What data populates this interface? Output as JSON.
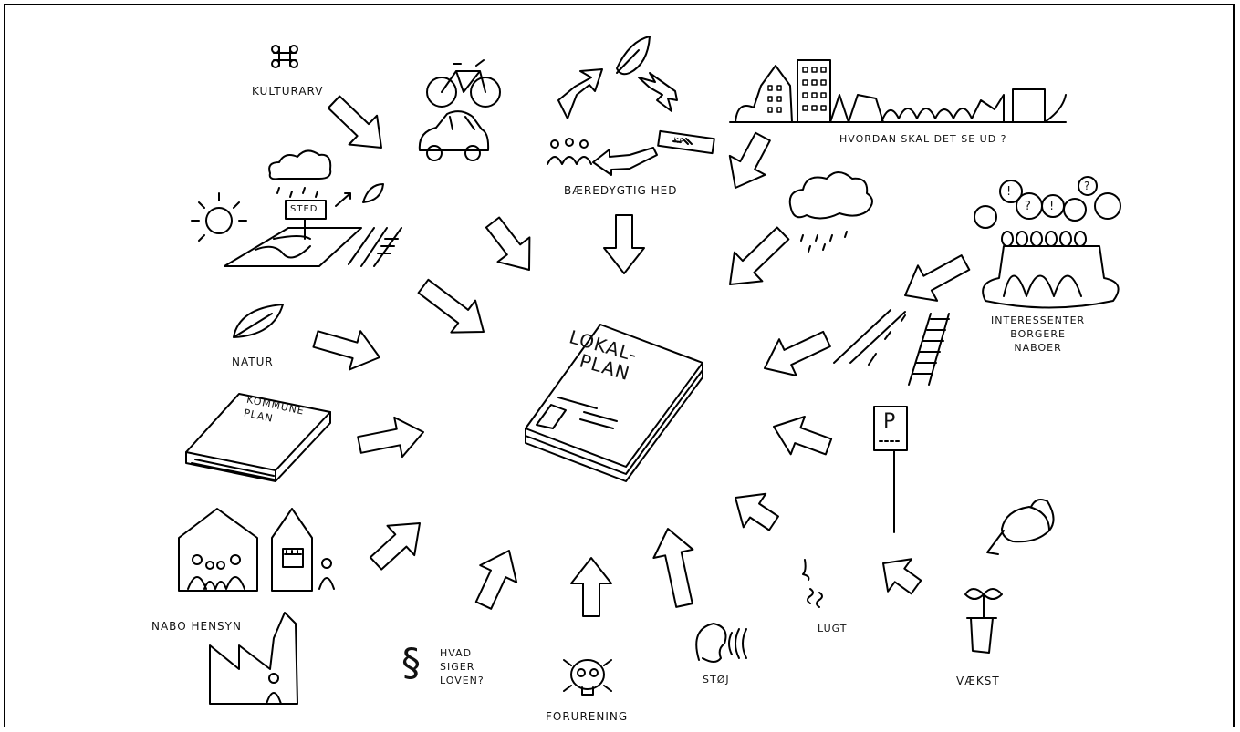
{
  "center": {
    "title_line1": "LOKAL-",
    "title_line2": "PLAN"
  },
  "labels": {
    "kulturarv": "KULTURARV",
    "sted": "STED",
    "baeredygtighed": "BÆREDYGTIG HED",
    "hvordan": "HVORDAN SKAL DET SE UD ?",
    "natur": "NATUR",
    "kommuneplan_line1": "KOMMUNE",
    "kommuneplan_line2": "PLAN",
    "interessenter": [
      "INTERESSENTER",
      "BORGERE",
      "NABOER"
    ],
    "nabo_hensyn": "NABO HENSYN",
    "hvad_siger": [
      "HVAD",
      "SIGER",
      "LOVEN?"
    ],
    "paragraph": "§",
    "forurening": "FORURENING",
    "stoj": "STØJ",
    "lugt": "LUGT",
    "vaekst": "VÆKST",
    "parking": "P",
    "money": "KR",
    "speech": [
      "!",
      "?",
      "!",
      "?"
    ]
  },
  "icons": [
    "command-icon",
    "bicycle-icon",
    "car-icon",
    "recycle-leaf-icon",
    "city-skyline-icon",
    "weather-map-icon",
    "rain-cloud-icon",
    "crowd-icon",
    "leaf-icon",
    "road-rail-icon",
    "book-icon",
    "houses-icon",
    "parking-sign-icon",
    "factory-icon",
    "skull-icon",
    "ear-noise-icon",
    "smell-icon",
    "watering-can-plant-icon"
  ]
}
